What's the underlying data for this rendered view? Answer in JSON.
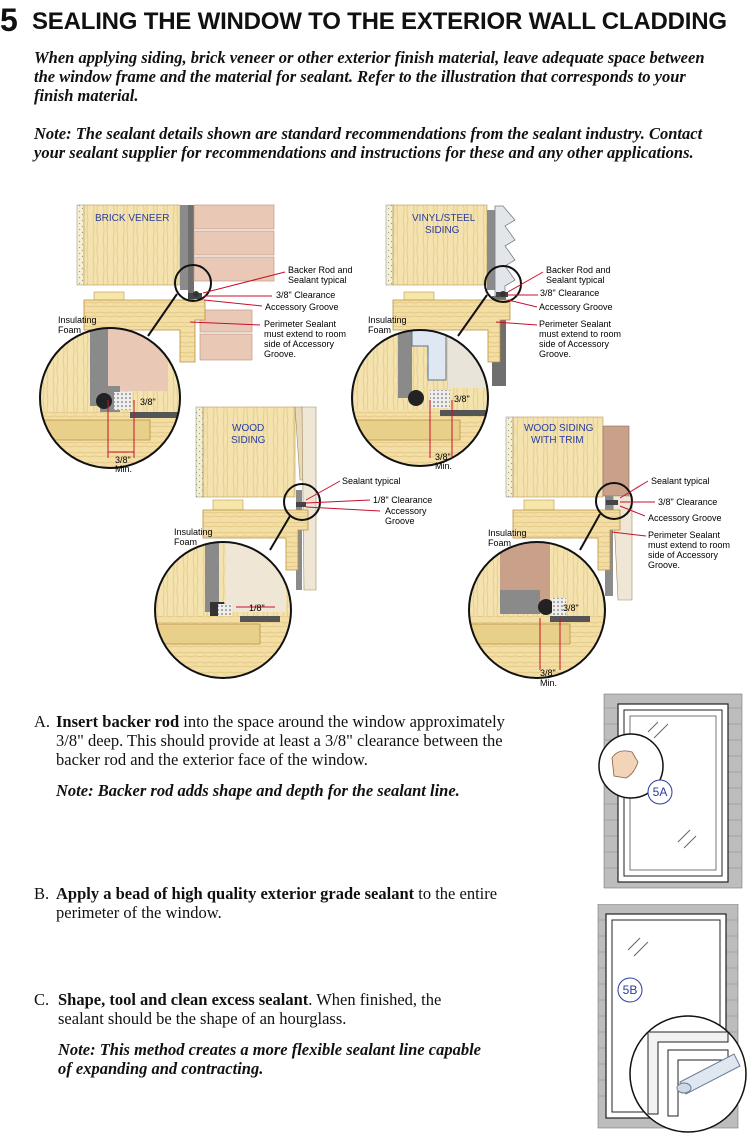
{
  "header": {
    "step_number": "5",
    "title": "SEALING THE WINDOW TO THE EXTERIOR WALL CLADDING"
  },
  "intro": {
    "paragraph": "When applying siding, brick veneer or other exterior finish material, leave adequate space between the window frame and the material for sealant. Refer to the illustration that corresponds to your finish material.",
    "note": "Note: The sealant details shown are standard recommendations from the sealant industry. Contact your sealant supplier for recommendations and instructions for these and any other applications."
  },
  "diagrams": {
    "brick": {
      "title": "BRICK VENEER",
      "backer1": "Backer Rod and",
      "backer2": "Sealant typical",
      "clearance": "3/8\" Clearance",
      "groove": "Accessory Groove",
      "perim1": "Perimeter Sealant",
      "perim2": "must extend to room",
      "perim3": "side of Accessory",
      "perim4": "Groove.",
      "foam1": "Insulating",
      "foam2": "Foam",
      "dim": "3/8\"",
      "min1": "3/8\"",
      "min2": "Min."
    },
    "vinyl": {
      "title1": "VINYL/STEEL",
      "title2": "SIDING",
      "backer1": "Backer Rod and",
      "backer2": "Sealant typical",
      "clearance": "3/8\" Clearance",
      "groove": "Accessory Groove",
      "perim1": "Perimeter Sealant",
      "perim2": "must extend to room",
      "perim3": "side of Accessory",
      "perim4": "Groove.",
      "foam1": "Insulating",
      "foam2": "Foam",
      "dim": "3/8\"",
      "min1": "3/8\"",
      "min2": "Min."
    },
    "wood": {
      "title1": "WOOD",
      "title2": "SIDING",
      "sealant": "Sealant typical",
      "clearance": "1/8\" Clearance",
      "groove1": "Accessory",
      "groove2": "Groove",
      "foam1": "Insulating",
      "foam2": "Foam",
      "dim": "1/8\""
    },
    "trim": {
      "title1": "WOOD SIDING",
      "title2": "WITH TRIM",
      "sealant": "Sealant typical",
      "clearance": "3/8\" Clearance",
      "groove": "Accessory Groove",
      "perim1": "Perimeter Sealant",
      "perim2": "must extend to room",
      "perim3": "side of Accessory",
      "perim4": "Groove.",
      "foam1": "Insulating",
      "foam2": "Foam",
      "dim": "3/8\"",
      "min1": "3/8\"",
      "min2": "Min."
    }
  },
  "steps": {
    "a": {
      "letter": "A.",
      "bold": "Insert backer rod",
      "line1_rest": " into the space around the window approximately",
      "line2": "3/8\" deep. This should provide at least a 3/8\" clearance between the",
      "line3": "backer rod and the exterior face of the window.",
      "note": "Note: Backer rod adds shape and depth for the sealant line.",
      "figure_label": "5A"
    },
    "b": {
      "letter": "B.",
      "bold": "Apply a bead of high quality exterior grade sealant",
      "line1_rest": " to the entire",
      "line2": "perimeter of the window.",
      "figure_label": "5B"
    },
    "c": {
      "letter": "C.",
      "bold": "Shape, tool and clean excess sealant",
      "line1_rest": ". When finished, the",
      "line2": "sealant should be the shape of an hourglass.",
      "note1": "Note: This method creates a more flexible sealant line capable",
      "note2": "of expanding and contracting."
    }
  },
  "colors": {
    "wood": "#f3dfa6",
    "wood_dark": "#caa86a",
    "frame_gray": "#8b8b8b",
    "brick": "#e9c8b6",
    "foam": "#f4f0d0",
    "leader_red": "#c8102e",
    "label_blue": "#2a3d9b",
    "sash_brown": "#c9a08a"
  }
}
